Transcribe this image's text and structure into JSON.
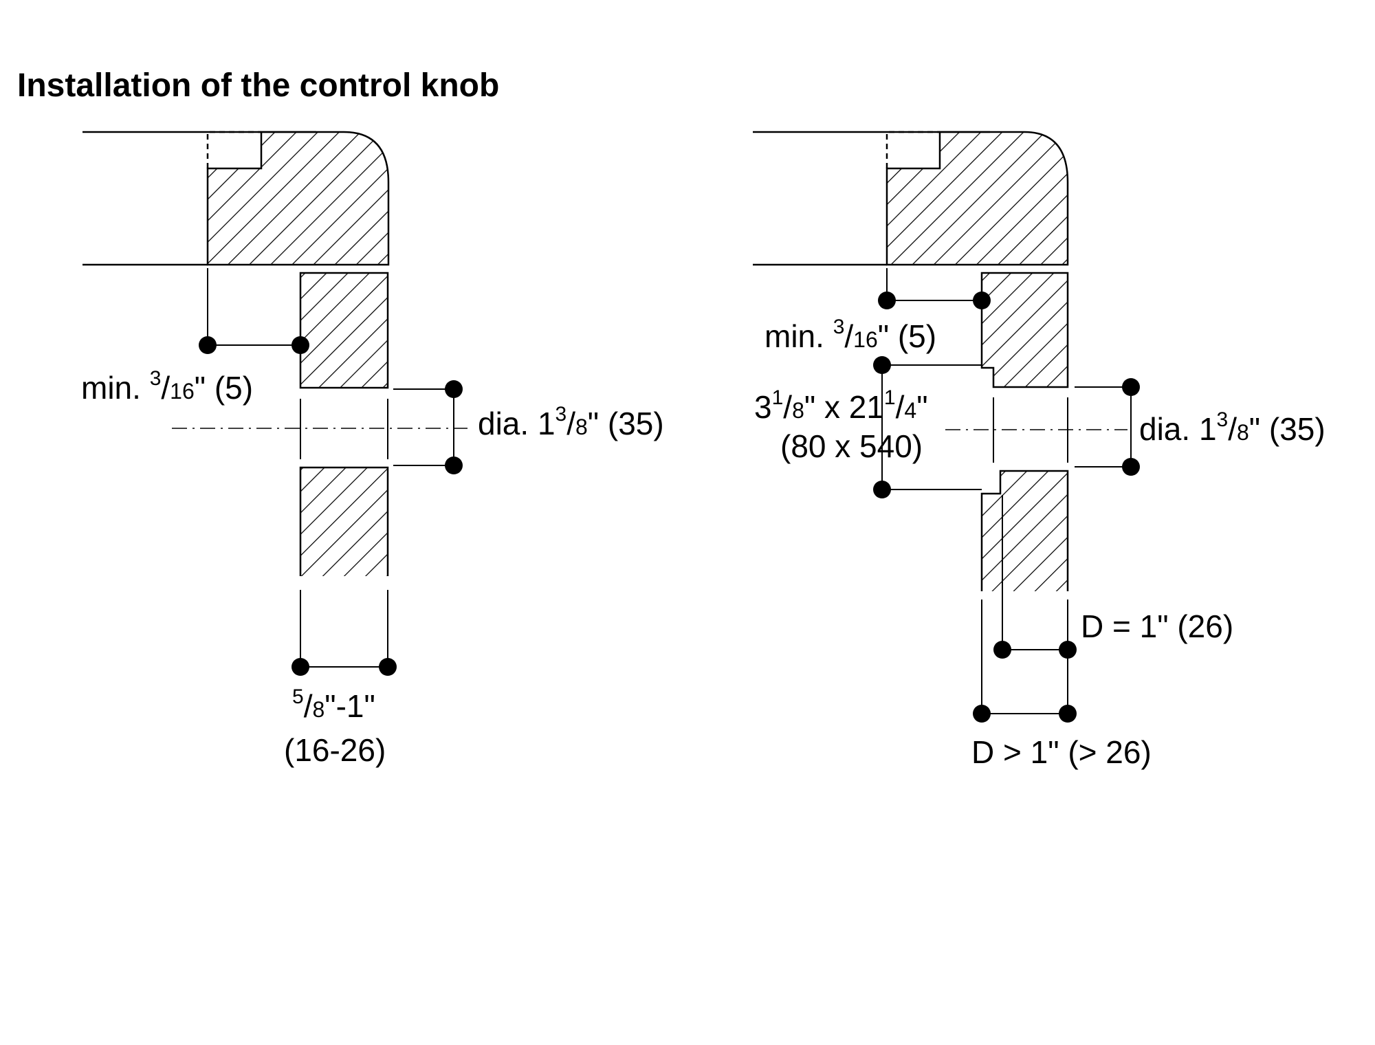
{
  "title": "Installation of the control knob",
  "left_figure": {
    "min_label": {
      "pre": "min. ",
      "num": "3",
      "slash": "/",
      "den": "16",
      "post": "\" (5)"
    },
    "dia_label": {
      "pre": "dia. 1",
      "num": "3",
      "slash": "/",
      "den": "8",
      "post": "\" (35)"
    },
    "thickness_label": {
      "line1": {
        "num": "5",
        "slash": "/",
        "den": "8",
        "post": "\"-1\""
      },
      "line2": "(16-26)"
    }
  },
  "right_figure": {
    "min_label": {
      "pre": "min. ",
      "num": "3",
      "slash": "/",
      "den": "16",
      "post": "\" (5)"
    },
    "cutout_label": {
      "line1": {
        "a_whole": "3",
        "a_num": "1",
        "a_slash": "/",
        "a_den": "8",
        "mid": "\" x 21",
        "b_num": "1",
        "b_slash": "/",
        "b_den": "4",
        "b_end": "\""
      },
      "line2": "(80 x 540)"
    },
    "dia_label": {
      "pre": "dia. 1",
      "num": "3",
      "slash": "/",
      "den": "8",
      "post": "\" (35)"
    },
    "d_equal_label": "D = 1\" (26)",
    "d_greater_label": "D > 1\" (> 26)"
  }
}
